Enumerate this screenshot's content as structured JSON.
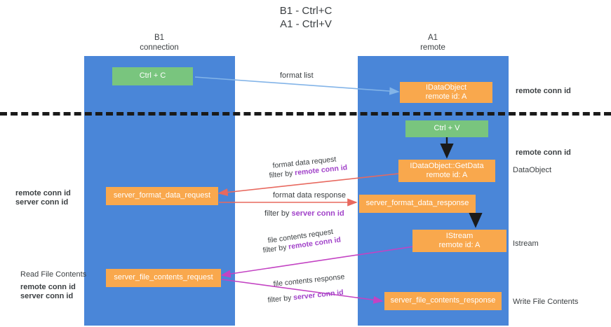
{
  "title": {
    "line1": "B1 - Ctrl+C",
    "line2": "A1 - Ctrl+V"
  },
  "columns": [
    {
      "name": "B1",
      "sub": "connection"
    },
    {
      "name": "A1",
      "sub": "remote"
    }
  ],
  "boxes": {
    "ctrl_c": "Ctrl + C",
    "ctrl_v": "Ctrl + V",
    "idataobject_line1": "IDataObject",
    "idataobject_line2": "remote id: A",
    "getdata_line1": "IDataObject::GetData",
    "getdata_line2": "remote id: A",
    "istream_line1": "IStream",
    "istream_line2": "remote id: A",
    "server_format_data_request": "server_format_data_request",
    "server_format_data_response": "server_format_data_response",
    "server_file_contents_request": "server_file_contents_request",
    "server_file_contents_response": "server_file_contents_response"
  },
  "arrow_labels": {
    "format_list": "format list",
    "format_data_request": "format data request",
    "format_data_request_filter_prefix": "filter by ",
    "format_data_request_filter_value": "remote conn id",
    "format_data_response": "format data response",
    "format_data_response_filter_prefix": "filter by ",
    "format_data_response_filter_value": "server conn id",
    "file_contents_request": "file contents request",
    "file_contents_request_filter_prefix": "filter by ",
    "file_contents_request_filter_value": "remote conn id",
    "file_contents_response": "file contents response",
    "file_contents_response_filter_prefix": "filter by ",
    "file_contents_response_filter_value": "server conn id"
  },
  "side_labels": {
    "right_remote_conn_id_top": "remote conn id",
    "right_remote_conn_id_mid": "remote conn id",
    "right_dataobject": "DataObject",
    "right_istream": "Istream",
    "right_write_file_contents": "Write File Contents",
    "left_remote_conn_id_mid": "remote conn id",
    "left_server_conn_id_mid": "server conn id",
    "left_read_file_contents": "Read File Contents",
    "left_remote_conn_id_bottom": "remote conn id",
    "left_server_conn_id_bottom": "server conn id"
  },
  "colors": {
    "column_blue": "#4a86d8",
    "box_orange": "#f9a84d",
    "box_green": "#79c57e",
    "arrow_light_blue": "#83b4e8",
    "arrow_red": "#e8695f",
    "arrow_magenta": "#c343c3",
    "arrow_black": "#1a1a1a",
    "text_purple": "#a142c9",
    "text_green": "#6aa84f",
    "divider_black": "#1a1a1a"
  }
}
